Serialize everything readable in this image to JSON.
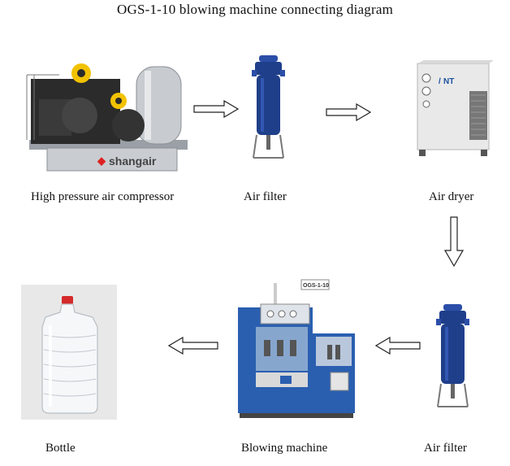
{
  "diagram": {
    "title": "OGS-1-10 blowing machine connecting diagram",
    "nodes": [
      {
        "id": "compressor",
        "label": "High pressure air compressor",
        "brand": "shangair"
      },
      {
        "id": "filter_1",
        "label": "Air filter"
      },
      {
        "id": "dryer",
        "label": "Air dryer",
        "brand": "NT"
      },
      {
        "id": "filter_2",
        "label": "Air filter"
      },
      {
        "id": "blowing_machine",
        "label": "Blowing machine",
        "model_tag": "OGS-1-10"
      },
      {
        "id": "bottle",
        "label": "Bottle"
      }
    ],
    "edges": [
      {
        "from": "compressor",
        "to": "filter_1",
        "direction": "right"
      },
      {
        "from": "filter_1",
        "to": "dryer",
        "direction": "right"
      },
      {
        "from": "dryer",
        "to": "filter_2",
        "direction": "down"
      },
      {
        "from": "filter_2",
        "to": "blowing_machine",
        "direction": "left"
      },
      {
        "from": "blowing_machine",
        "to": "bottle",
        "direction": "left"
      }
    ]
  },
  "colors": {
    "filter_body": "#1f3f8a",
    "filter_top": "#2b4ea8",
    "dryer_body": "#e9e9e9",
    "machine_blue": "#2a5fb0",
    "compressor_dark": "#2b2b2b",
    "compressor_yellow": "#f2c200",
    "arrow_stroke": "#222222"
  }
}
